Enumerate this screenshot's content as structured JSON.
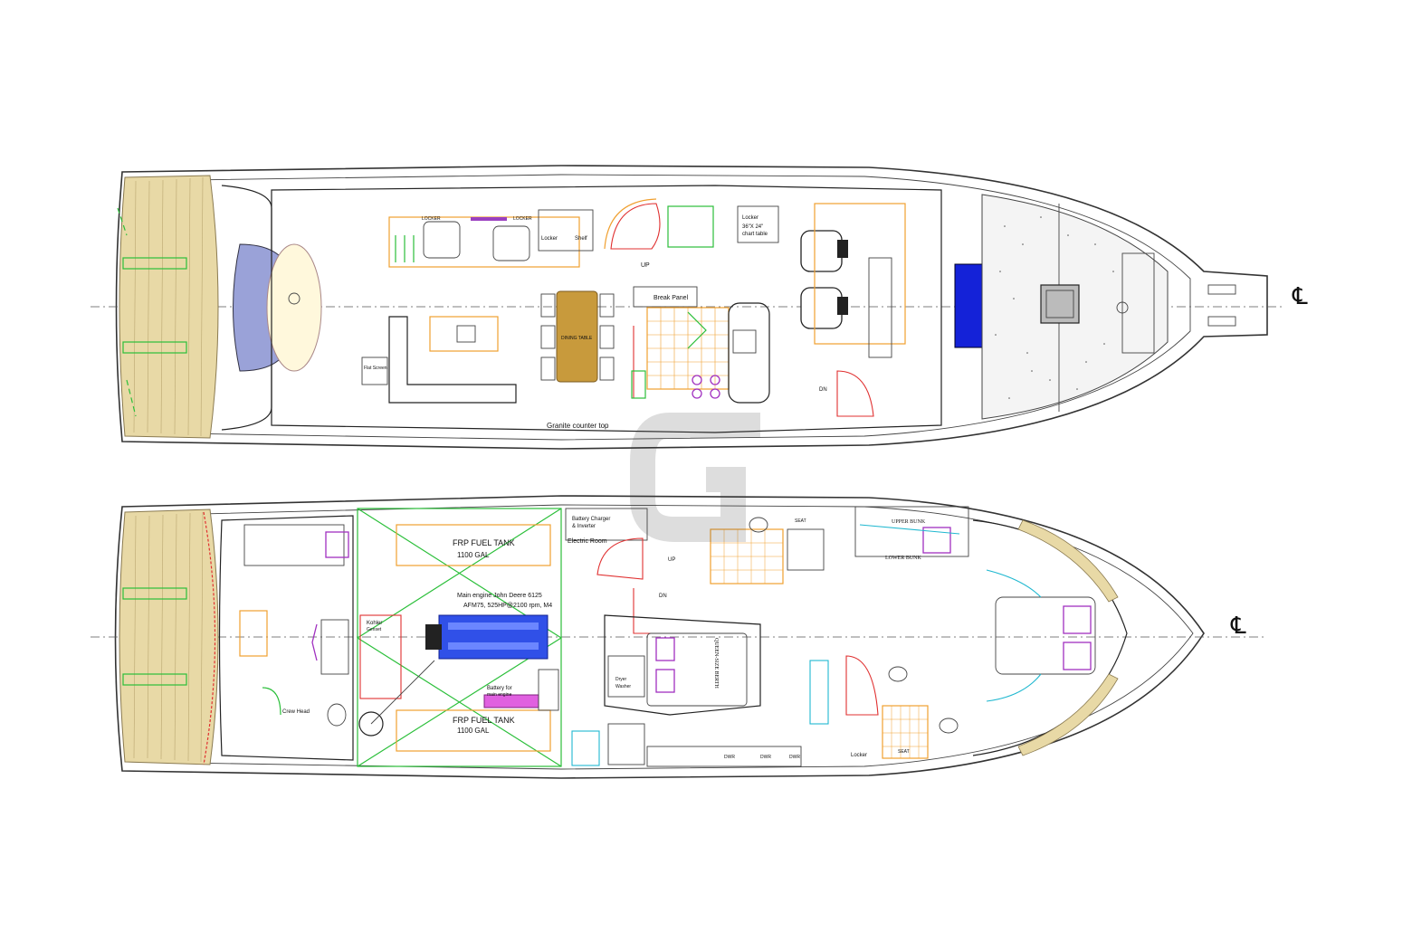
{
  "upper_deck": {
    "labels": {
      "locker_1": "LOCKER",
      "locker_2": "LOCKER",
      "locker_3": "Locker",
      "shelf": "Shelf",
      "locker_chart": "Locker",
      "chart_table": "36\"X 24\"",
      "chart_table_2": "chart table",
      "break_panel": "Break Panel",
      "dining_table": "DINING TABLE",
      "granite": "Granite counter top",
      "flat_screen": "Flat Screen",
      "up_1": "UP",
      "dn_1": "DN"
    }
  },
  "lower_deck": {
    "labels": {
      "fuel_tank_top": "FRP FUEL TANK",
      "fuel_tank_top_cap": "1100 GAL",
      "fuel_tank_bottom": "FRP FUEL TANK",
      "fuel_tank_bottom_cap": "1100 GAL",
      "main_engine_1": "Main engine John Deere 6125",
      "main_engine_2": "AFM75, 525HP@2100 rpm, M4",
      "battery_charger_1": "Battery Charger",
      "battery_charger_2": "& Inverter",
      "electric_room": "Electric Room",
      "kohler_1": "Kohler",
      "kohler_2": "Genset",
      "battery_main_1": "Battery for",
      "battery_main_2": "main engine",
      "upper_bunk": "UPPER BUNK",
      "lower_bunk": "LOWER BUNK",
      "queen_berth": "QUEEN-SIZE BERTH",
      "locker": "Locker",
      "dwr_1": "DWR",
      "dwr_2": "DWR",
      "dwr_3": "DWR",
      "seat_1": "SEAT",
      "seat_2": "SEAT",
      "crew_head": "Crew Head",
      "dryer": "Dryer",
      "washer": "Washer",
      "up_2": "UP",
      "dn_2": "DN"
    }
  },
  "centerline_symbol": "℄"
}
